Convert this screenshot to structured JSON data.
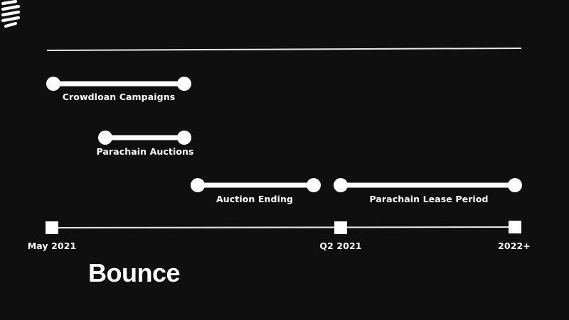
{
  "phases": [
    {
      "label": "Crowdloan Campaigns"
    },
    {
      "label": "Parachain Auctions"
    },
    {
      "label": "Auction Ending"
    },
    {
      "label": "Parachain Lease Period"
    }
  ],
  "milestones": [
    {
      "label": "May 2021"
    },
    {
      "label": "Q2 2021"
    },
    {
      "label": "2022+"
    }
  ],
  "brand": {
    "name": "Bounce",
    "icon": "bounce-logo-icon"
  },
  "colors": {
    "background": "#0f0f0f",
    "foreground": "#ffffff",
    "line": "#e8e8e8"
  }
}
